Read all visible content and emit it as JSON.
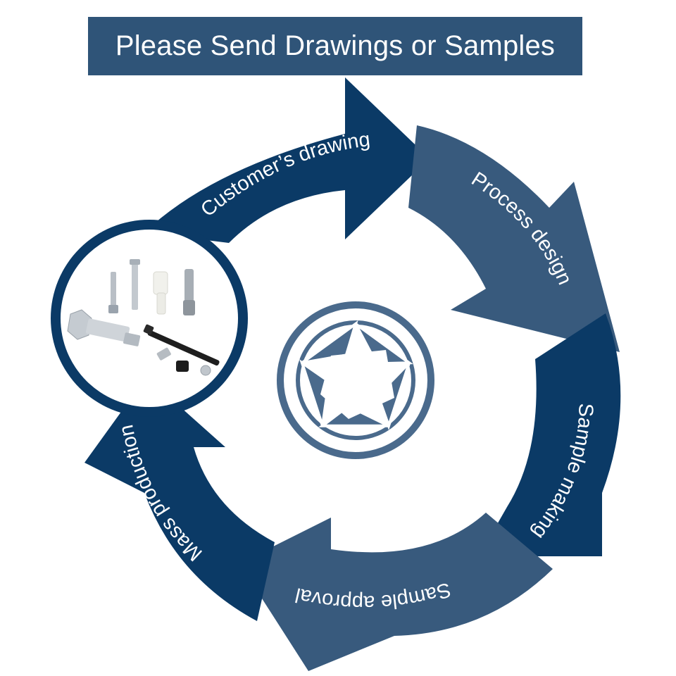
{
  "header": {
    "title": "Please Send Drawings or Samples"
  },
  "steps": [
    {
      "label": "Customer’s drawing"
    },
    {
      "label": "Process design"
    },
    {
      "label": "Sample making"
    },
    {
      "label": "Sample approval"
    },
    {
      "label": "Mass production"
    }
  ],
  "colors": {
    "dark_navy": "#0b3a66",
    "slate_blue": "#385a7d",
    "title_bg": "#2f5478",
    "logo": "#4a6a8c",
    "text": "#ffffff",
    "white": "#ffffff"
  },
  "icons": {
    "center": "aperture-logo-icon",
    "inset": "fastener-parts-photo"
  }
}
